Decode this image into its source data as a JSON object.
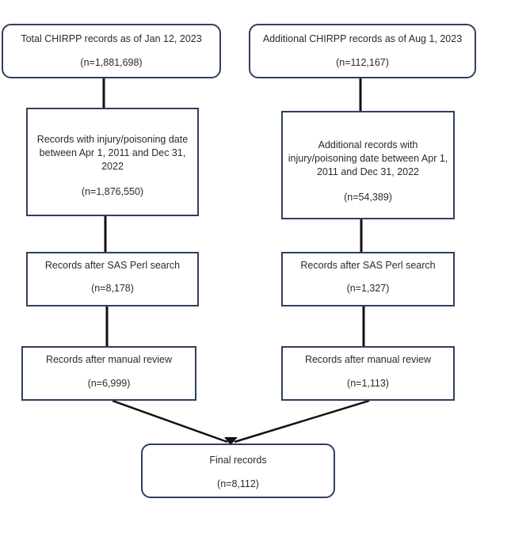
{
  "boxes": {
    "total": {
      "label": "Total CHIRPP records as of Jan 12, 2023",
      "count": "(n=1,881,698)"
    },
    "additional": {
      "label": "Additional CHIRPP records as of Aug 1, 2023",
      "count": "(n=112,167)"
    },
    "date_left": {
      "label": "Records with injury/poisoning date between Apr 1, 2011 and Dec 31, 2022",
      "count": "(n=1,876,550)"
    },
    "date_right": {
      "label": "Additional records with injury/poisoning date between Apr 1, 2011 and Dec 31, 2022",
      "count": "(n=54,389)"
    },
    "sas_left": {
      "label": "Records after SAS Perl search",
      "count": "(n=8,178)"
    },
    "sas_right": {
      "label": "Records after SAS Perl search",
      "count": "(n=1,327)"
    },
    "manual_left": {
      "label": "Records after manual review",
      "count": "(n=6,999)"
    },
    "manual_right": {
      "label": "Records after manual review",
      "count": "(n=1,113)"
    },
    "final": {
      "label": "Final records",
      "count": "(n=8,112)"
    }
  },
  "colors": {
    "border": "#2f3f5f",
    "arrow": "#111111",
    "text": "#2a2a2a"
  }
}
